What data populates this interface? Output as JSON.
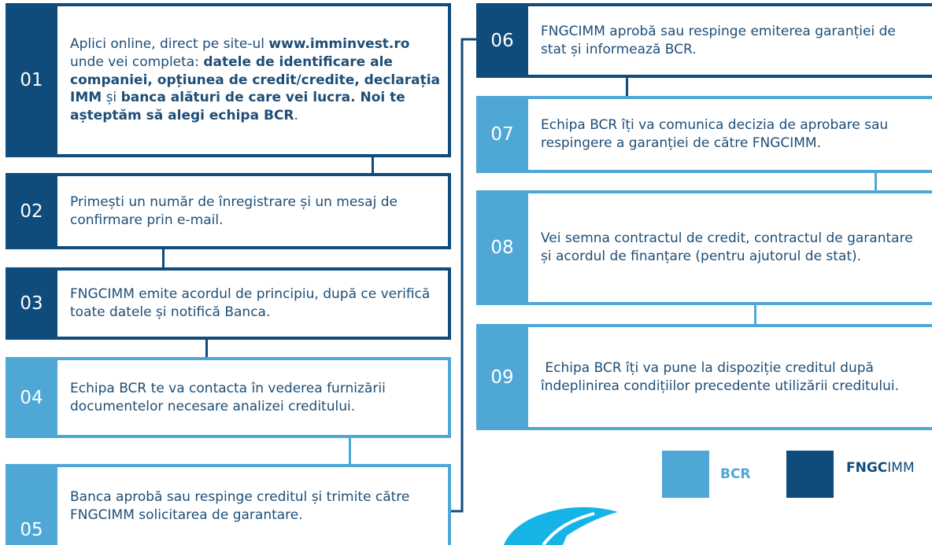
{
  "steps": [
    {
      "number": "01",
      "text_parts": [
        "Aplici online, direct pe site-ul ",
        "www.imminvest.ro",
        " unde vei completa: ",
        "datele de identificare ale companiei, opțiunea de credit/credite, declarația IMM",
        " și ",
        "banca alături de care vei lucra. Noi te așteptăm să alegi echipa BCR",
        "."
      ]
    },
    {
      "number": "02",
      "text": "Primești un număr de înregistrare și un mesaj de confirmare prin e-mail."
    },
    {
      "number": "03",
      "text": "FNGCIMM emite acordul de principiu, după ce verifică toate datele și notifică Banca."
    },
    {
      "number": "04",
      "text": "Echipa BCR te va contacta în vederea furnizării documentelor necesare analizei creditului."
    },
    {
      "number": "05",
      "text": "Banca aprobă sau respinge creditul și trimite către FNGCIMM solicitarea de garantare."
    },
    {
      "number": "06",
      "text": "FNGCIMM aprobă sau respinge emiterea garanției de stat și informează BCR."
    },
    {
      "number": "07",
      "text": "Echipa BCR îți va comunica decizia de aprobare sau respingere a garanției de către FNGCIMM."
    },
    {
      "number": "08",
      "text": "Vei semna contractul de credit, contractul de garantare și acordul de finanțare (pentru ajutorul de stat)."
    },
    {
      "number": "09",
      "text": " Echipa BCR îți va pune la dispoziție creditul după îndeplinirea condițiilor precedente utilizării creditului."
    }
  ],
  "legend": {
    "bcr_label": "BCR",
    "fngc_label_bold": "FNGC",
    "fngc_label_thin": "IMM"
  },
  "colors": {
    "fngcimm_dark": "#0f4c7c",
    "bcr_light": "#4fa7d6",
    "text": "#1d4e77"
  }
}
